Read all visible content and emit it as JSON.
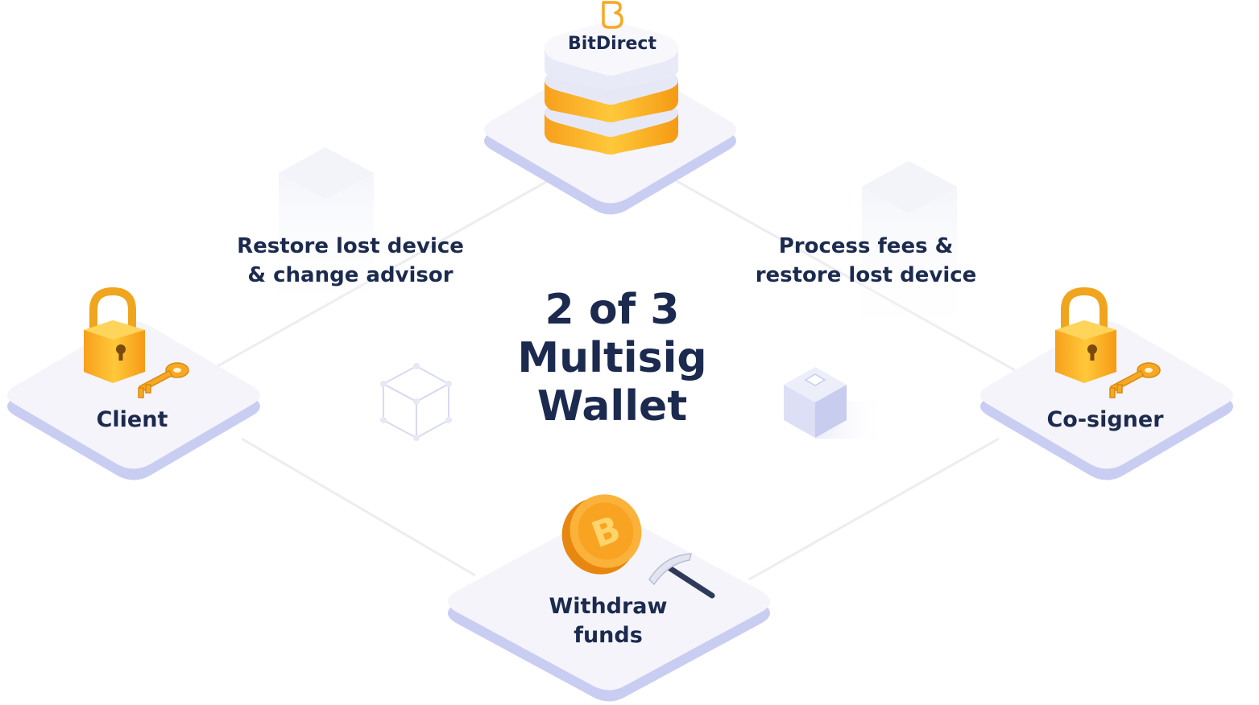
{
  "center": {
    "line1": "2 of 3",
    "line2": "Multisig",
    "line3": "Wallet"
  },
  "nodes": {
    "bitdirect": {
      "label": "BitDirect"
    },
    "client": {
      "label": "Client"
    },
    "cosigner": {
      "label": "Co-signer"
    },
    "withdraw": {
      "line1": "Withdraw",
      "line2": "funds"
    }
  },
  "edges": {
    "client_bitdirect": {
      "line1": "Restore lost device",
      "line2": "& change advisor"
    },
    "bitdirect_cosigner": {
      "line1": "Process fees &",
      "line2": "restore lost device"
    }
  },
  "icons": {
    "bitdirect": "server-stack-icon",
    "brand": "bitdirect-logo-icon",
    "client": "padlock-key-icon",
    "cosigner": "padlock-key-icon",
    "withdraw": "bitcoin-coin-pickaxe-icon"
  },
  "colors": {
    "text": "#1b2a4e",
    "accent": "#f7a823",
    "platform_top": "#f4f4fa",
    "platform_side": "#c9cdf2",
    "connector": "#ececf2"
  }
}
